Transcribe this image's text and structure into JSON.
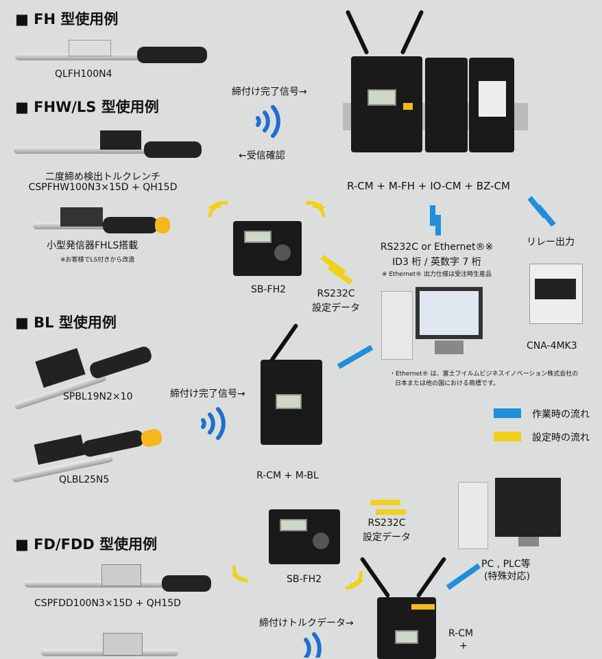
{
  "sections": {
    "fh": "■ FH 型使用例",
    "fhw": "■ FHW/LS 型使用例",
    "bl": "■ BL 型使用例",
    "fd": "■ FD/FDD 型使用例"
  },
  "tools": {
    "qlfh": "QLFH100N4",
    "fhw_desc": "二度締め検出トルクレンチ",
    "fhw_model": "CSPFHW100N3×15D + QH15D",
    "fhls": "小型発信器FHLS搭載",
    "fhls_note": "※お客様でLS付きから改造",
    "spbl": "SPBL19N2×10",
    "qlbl": "QLBL25N5",
    "fdd": "CSPFDD100N3×15D + QH15D"
  },
  "signals": {
    "complete1": "締付け完了信号→",
    "confirm": "←受信確認",
    "complete2": "締付け完了信号→",
    "torque": "締付けトルクデータ→"
  },
  "devices": {
    "rcm_set": "R-CM + M-FH + IO-CM + BZ-CM",
    "sbfh2_a": "SB-FH2",
    "rcm_bl": "R-CM + M-BL",
    "sbfh2_b": "SB-FH2",
    "cna": "CNA-4MK3",
    "rcm_bottom": "R-CM",
    "plus": "+",
    "pc": "PC , PLC等",
    "pc_note": "(特殊対応)"
  },
  "outputs": {
    "rs_line1": "RS232C or Ethernet®※",
    "rs_line2": "ID3 桁 / 英数字 7 桁",
    "rs_note": "※ Ethernet® 出力仕様は受注時生産品",
    "relay": "リレー出力",
    "set1a": "RS232C",
    "set1b": "設定データ",
    "set2a": "RS232C",
    "set2b": "設定データ"
  },
  "trademark": {
    "line1": "・Ethernet® は、富士フイルムビジネスイノベーション株式会社の",
    "line2": "日本または他の国における商標です。"
  },
  "legend": [
    {
      "label": "作業時の流れ",
      "color": "#1e8fd8"
    },
    {
      "label": "設定時の流れ",
      "color": "#f0d21e"
    }
  ]
}
